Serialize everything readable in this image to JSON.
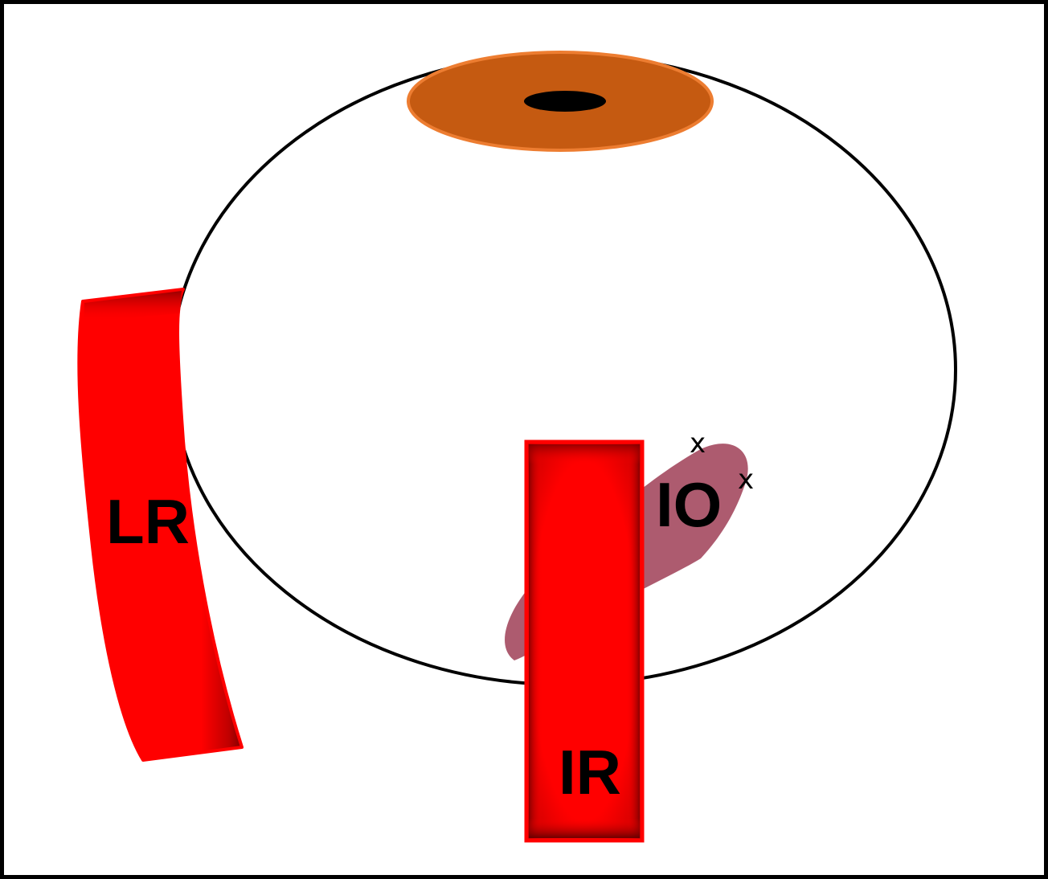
{
  "diagram": {
    "title": "",
    "subject": "eye-extraocular-muscles",
    "colors": {
      "frame": "#000000",
      "eyeball_outline": "#000000",
      "iris_fill": "#C55A11",
      "iris_stroke": "#ED7D31",
      "pupil": "#000000",
      "muscle_fill": "#FF0000",
      "muscle_shadow": "#800000",
      "io_fill": "#AD5B6F"
    },
    "labels": {
      "lateral_rectus": "LR",
      "inferior_rectus": "IR",
      "inferior_oblique": "IO",
      "mark_1": "x",
      "mark_2": "x"
    }
  }
}
